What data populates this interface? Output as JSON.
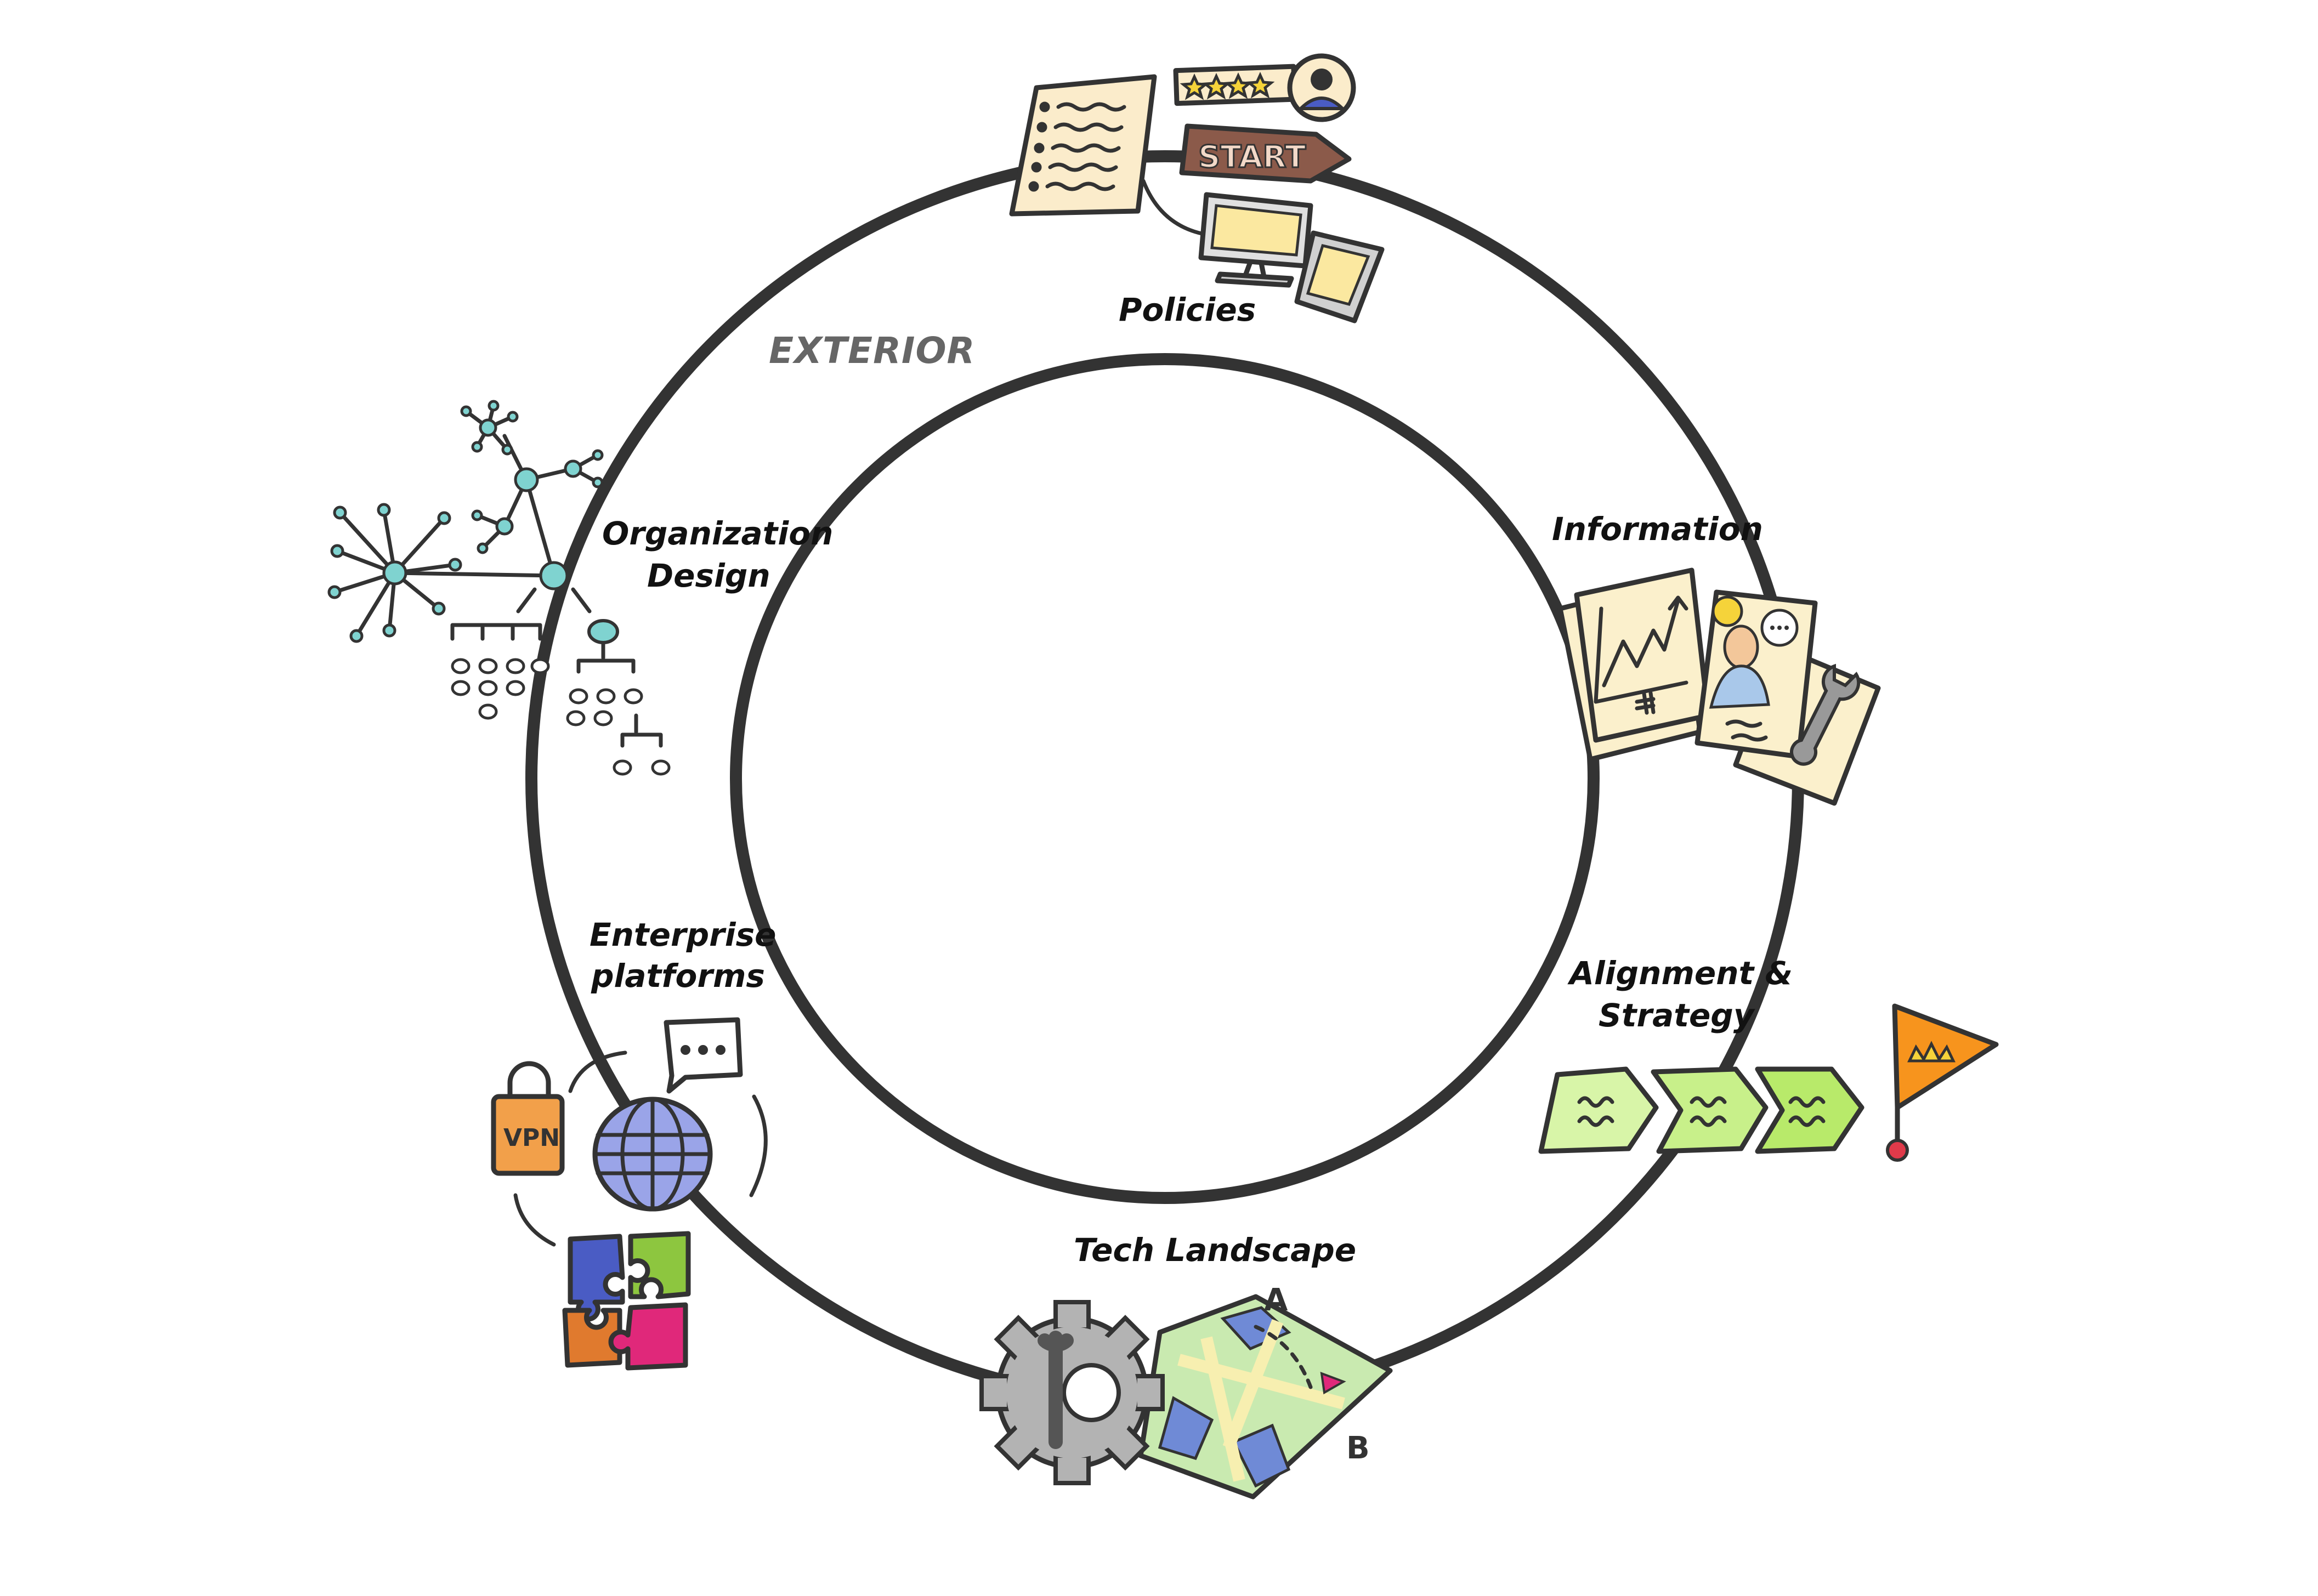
{
  "diagram": {
    "exterior_label": "EXTERIOR",
    "segments": {
      "policies": {
        "label": "Policies"
      },
      "information": {
        "label": "Information"
      },
      "alignment": {
        "line1": "Alignment &",
        "line2": "Strategy"
      },
      "tech": {
        "label": "Tech Landscape"
      },
      "enterprise": {
        "line1": "Enterprise",
        "line2": "platforms"
      },
      "organization": {
        "line1": "Organization",
        "line2": "Design"
      }
    },
    "icon_text": {
      "start_tag": "START",
      "vpn_lock": "VPN",
      "map_point_a": "A",
      "map_point_b": "B"
    },
    "colors": {
      "ring": "#333333",
      "paper": "#fbeccb",
      "start_tag": "#8b5a4a",
      "lock": "#f2a04a",
      "globe": "#9aa4e8",
      "flag": "#f7941d",
      "chevron": "#c8f08a",
      "network_node": "#7fd3d0",
      "puzzle_blue": "#4a5cc4",
      "puzzle_green": "#8dc63f",
      "puzzle_orange": "#e07a2e",
      "puzzle_pink": "#e0287a",
      "gear": "#b3b3b3",
      "map_green": "#c9eab0",
      "map_blue": "#6f8ad6"
    }
  }
}
